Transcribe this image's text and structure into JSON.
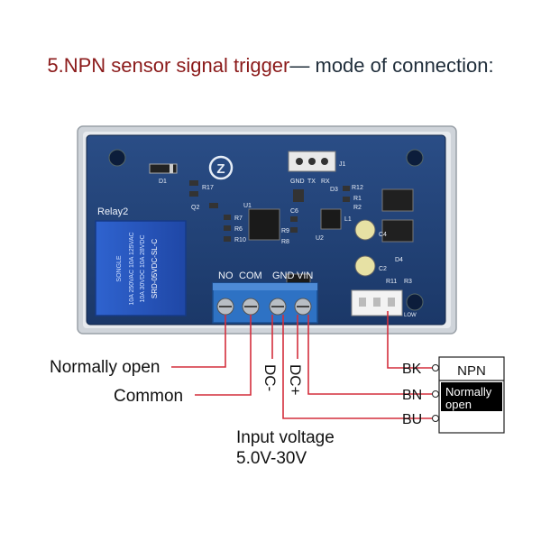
{
  "title": {
    "part1": "5.NPN sensor signal trigger",
    "part2": "— mode of connection:"
  },
  "board": {
    "relay_label": "Relay2",
    "relay_text": [
      "SONGLE",
      "10A 250VAC 10A 125VAC",
      "10A 30VDC 10A 28VDC",
      "SRD-05VDC-SL-C"
    ],
    "header_labels": [
      "GND",
      "TX",
      "RX"
    ],
    "silkscreen": [
      "D1",
      "R17",
      "Q2",
      "R7",
      "R6",
      "R10",
      "U1",
      "R9",
      "R8",
      "C6",
      "U2",
      "D3",
      "R12",
      "R1",
      "R2",
      "L1",
      "C4",
      "C2",
      "D4",
      "R11",
      "R3",
      "J1"
    ],
    "terminal_labels": [
      "NO",
      "COM",
      "GND",
      "VIN"
    ],
    "connector_text": "LOW"
  },
  "labels": {
    "normally_open": "Normally open",
    "common": "Common",
    "dc_minus": "DC-",
    "dc_plus": "DC+",
    "input_voltage": "Input voltage",
    "voltage_range": "5.0V-30V"
  },
  "sensor": {
    "wires": [
      "BK",
      "BN",
      "BU"
    ],
    "type": "NPN",
    "mode_line1": "Normally",
    "mode_line2": "open"
  },
  "colors": {
    "title_red": "#8b1a1a",
    "wire_red": "#d42e3c",
    "board_blue": "#1e3f74",
    "terminal_blue": "#2e72c4",
    "relay_blue": "#2a58c0"
  }
}
